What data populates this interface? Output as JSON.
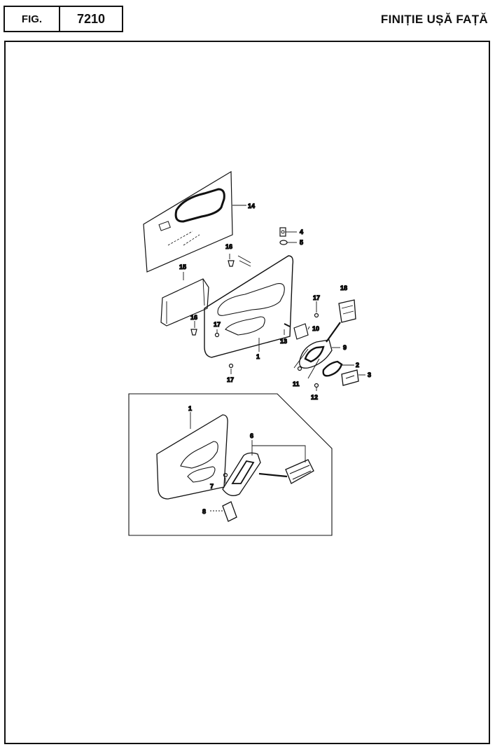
{
  "header": {
    "fig_label": "FIG.",
    "fig_number": "7210",
    "title": "FINIȚIE UȘĂ FAȚĂ"
  },
  "callouts": [
    {
      "id": "c14",
      "text": "14"
    },
    {
      "id": "c4",
      "text": "4"
    },
    {
      "id": "c5",
      "text": "5"
    },
    {
      "id": "c16a",
      "text": "16"
    },
    {
      "id": "c15",
      "text": "15"
    },
    {
      "id": "c18",
      "text": "18"
    },
    {
      "id": "c17a",
      "text": "17"
    },
    {
      "id": "c16b",
      "text": "16"
    },
    {
      "id": "c17b",
      "text": "17"
    },
    {
      "id": "c10",
      "text": "10"
    },
    {
      "id": "c13",
      "text": "13"
    },
    {
      "id": "c1a",
      "text": "1"
    },
    {
      "id": "c9",
      "text": "9"
    },
    {
      "id": "c2",
      "text": "2"
    },
    {
      "id": "c3",
      "text": "3"
    },
    {
      "id": "c11",
      "text": "11"
    },
    {
      "id": "c12",
      "text": "12"
    },
    {
      "id": "c17c",
      "text": "17"
    },
    {
      "id": "c1b",
      "text": "1"
    },
    {
      "id": "c6",
      "text": "6"
    },
    {
      "id": "c7",
      "text": "7"
    },
    {
      "id": "c8",
      "text": "8"
    }
  ]
}
